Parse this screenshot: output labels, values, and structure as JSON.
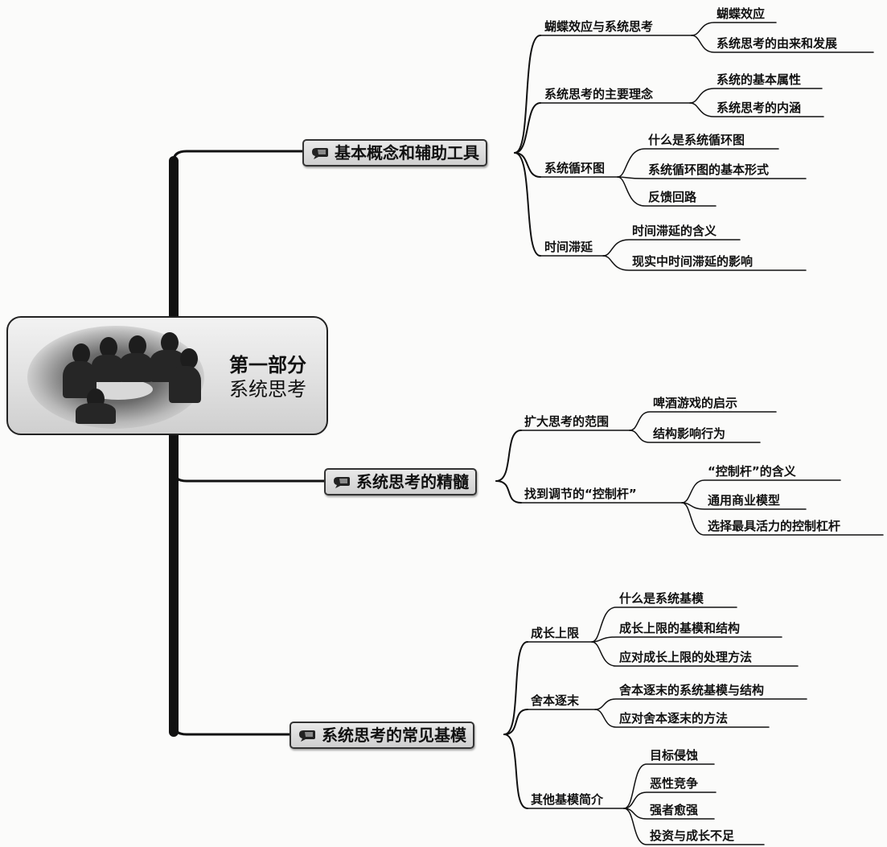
{
  "central": {
    "line1": "第一部分",
    "line2": "系统思考"
  },
  "branches": [
    {
      "label": "基本概念和辅助工具",
      "subs": [
        {
          "label": "蝴蝶效应与系统思考",
          "items": [
            "蝴蝶效应",
            "系统思考的由来和发展"
          ]
        },
        {
          "label": "系统思考的主要理念",
          "items": [
            "系统的基本属性",
            "系统思考的内涵"
          ]
        },
        {
          "label": "系统循环图",
          "items": [
            "什么是系统循环图",
            "系统循环图的基本形式",
            "反馈回路"
          ]
        },
        {
          "label": "时间滞延",
          "items": [
            "时间滞延的含义",
            "现实中时间滞延的影响"
          ]
        }
      ]
    },
    {
      "label": "系统思考的精髓",
      "subs": [
        {
          "label": "扩大思考的范围",
          "items": [
            "啤酒游戏的启示",
            "结构影响行为"
          ]
        },
        {
          "label": "找到调节的“控制杆”",
          "items": [
            "“控制杆”的含义",
            "通用商业模型",
            "选择最具活力的控制杠杆"
          ]
        }
      ]
    },
    {
      "label": "系统思考的常见基模",
      "subs": [
        {
          "label": "成长上限",
          "items": [
            "什么是系统基模",
            "成长上限的基模和结构",
            "应对成长上限的处理方法"
          ]
        },
        {
          "label": "舍本逐末",
          "items": [
            "舍本逐末的系统基模与结构",
            "应对舍本逐末的方法"
          ]
        },
        {
          "label": "其他基模简介",
          "items": [
            "目标侵蚀",
            "恶性竞争",
            "强者愈强",
            "投资与成长不足"
          ]
        }
      ]
    }
  ]
}
